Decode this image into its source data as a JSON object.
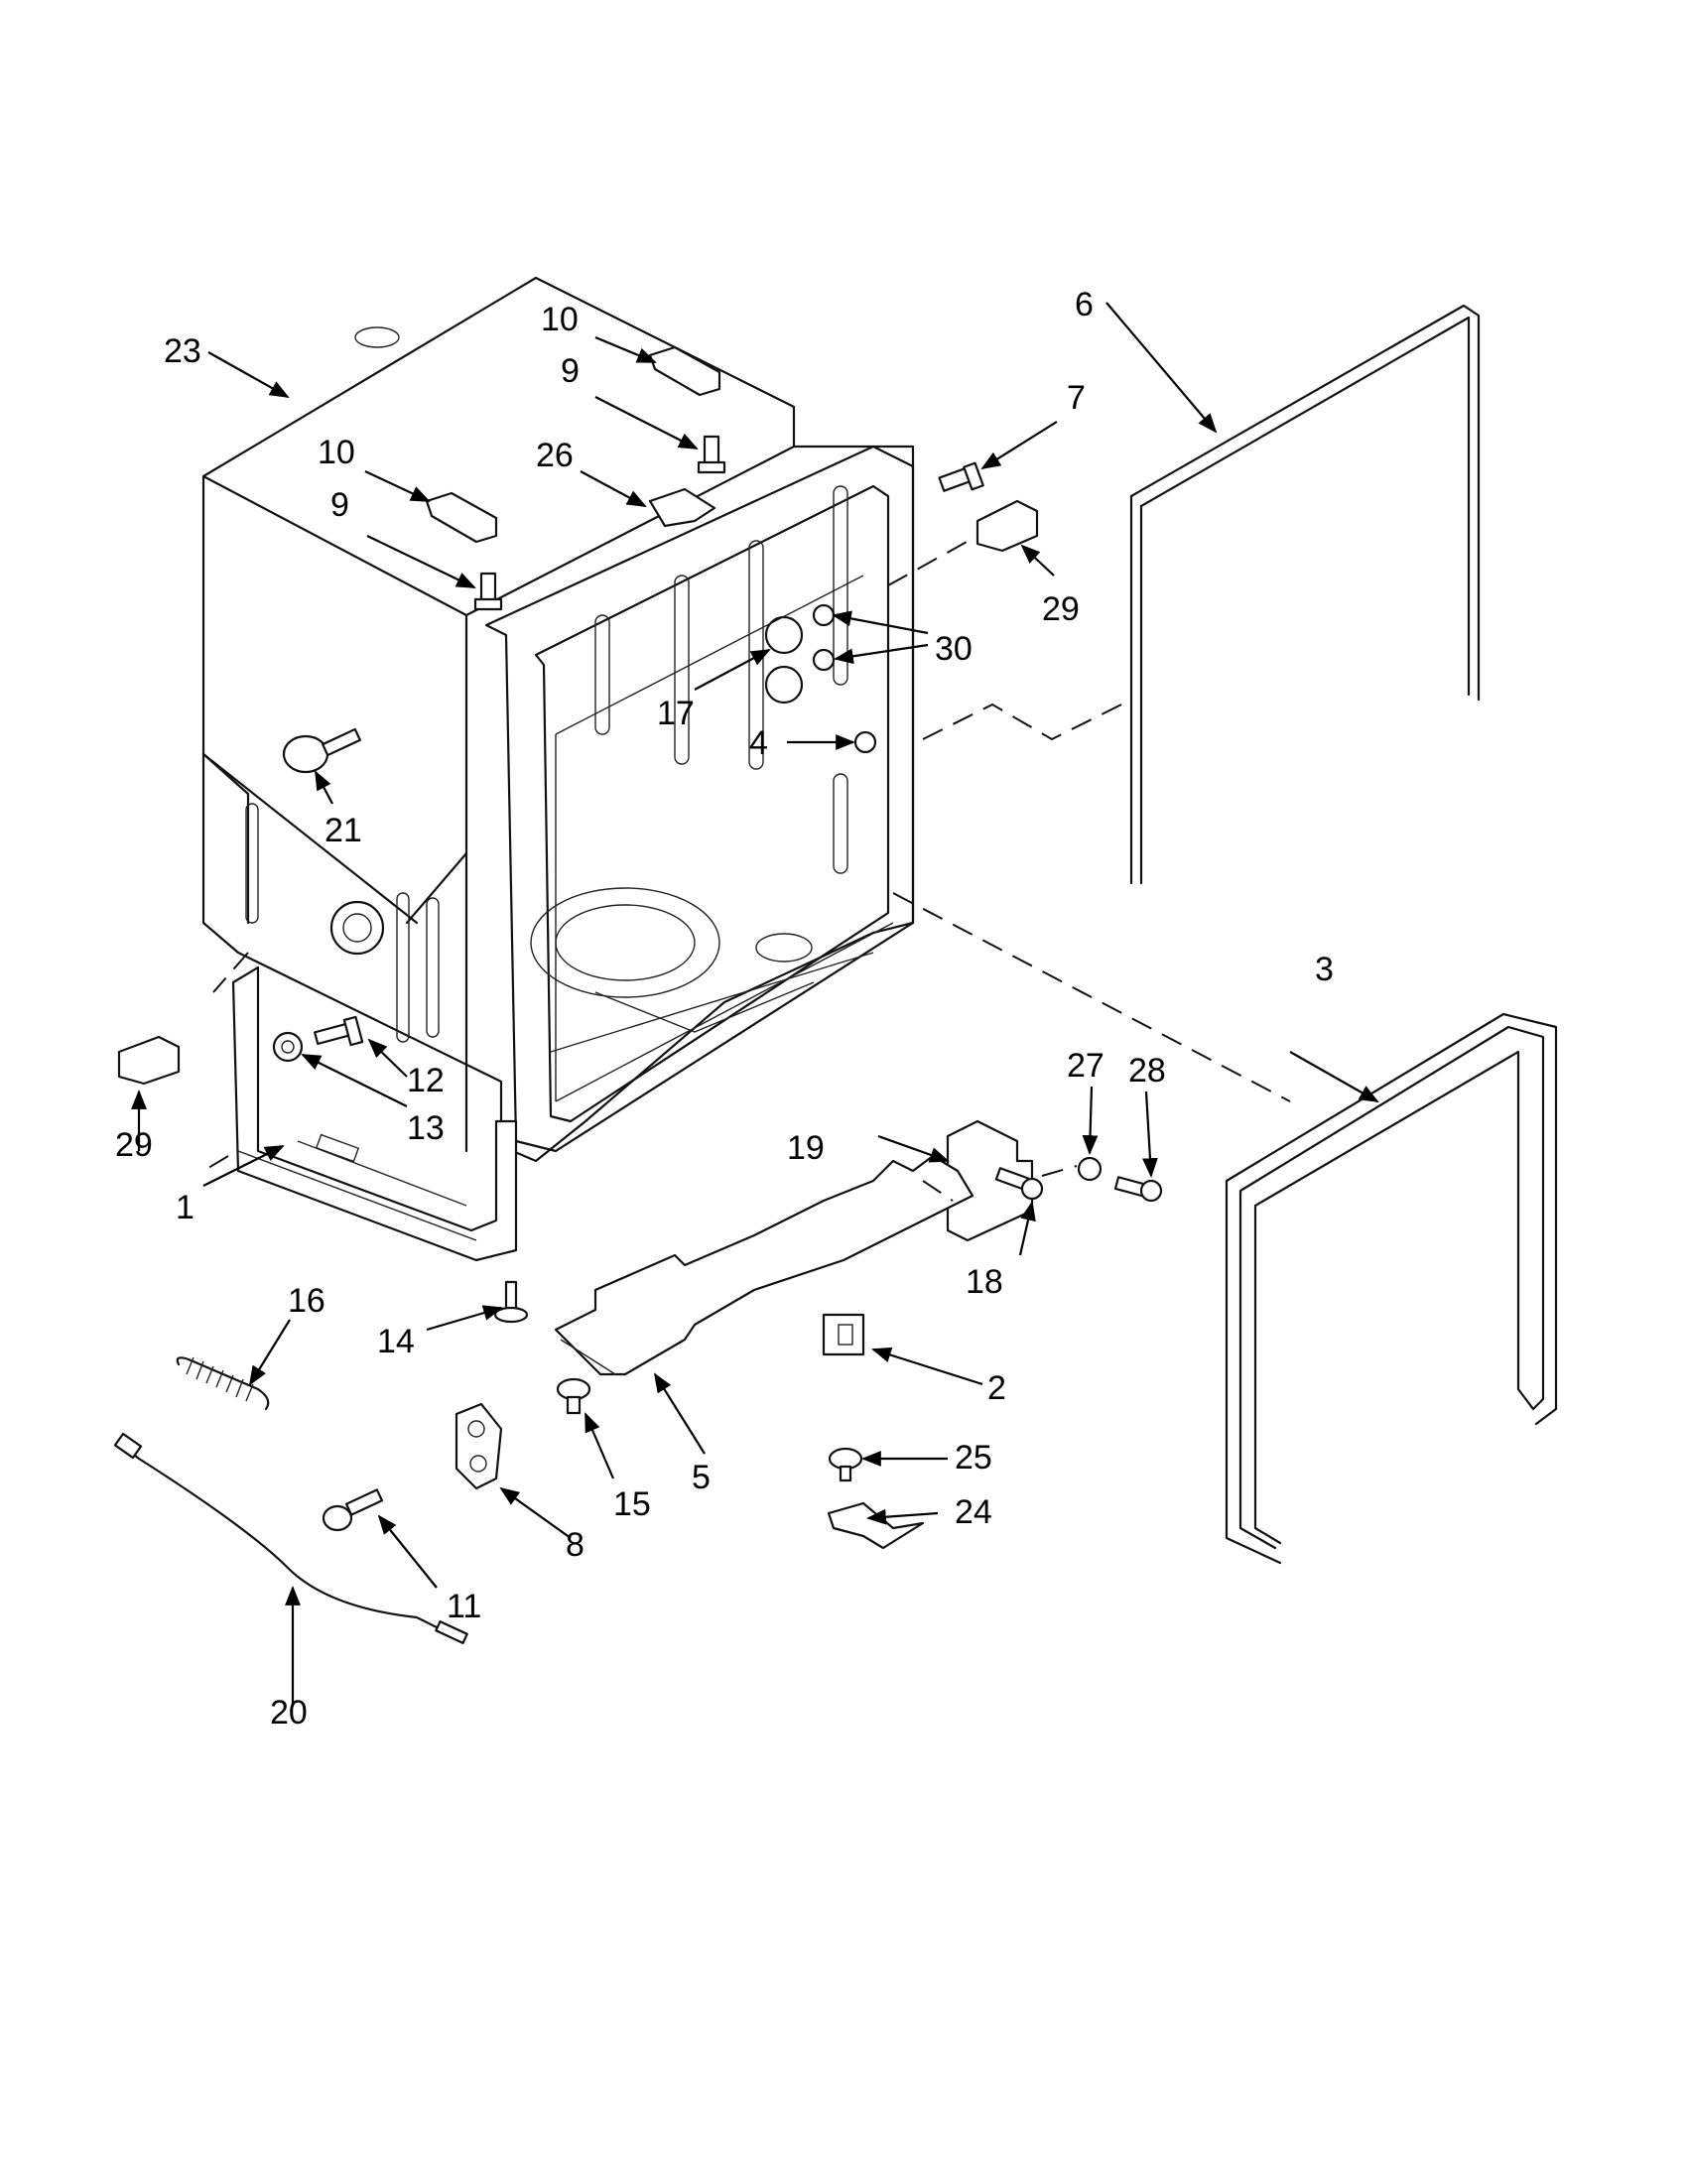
{
  "diagram": {
    "labels": [
      "1",
      "2",
      "3",
      "4",
      "5",
      "6",
      "7",
      "8",
      "9",
      "9",
      "10",
      "10",
      "11",
      "12",
      "13",
      "14",
      "15",
      "16",
      "17",
      "18",
      "19",
      "20",
      "21",
      "23",
      "24",
      "25",
      "26",
      "27",
      "28",
      "29",
      "29",
      "30"
    ]
  }
}
